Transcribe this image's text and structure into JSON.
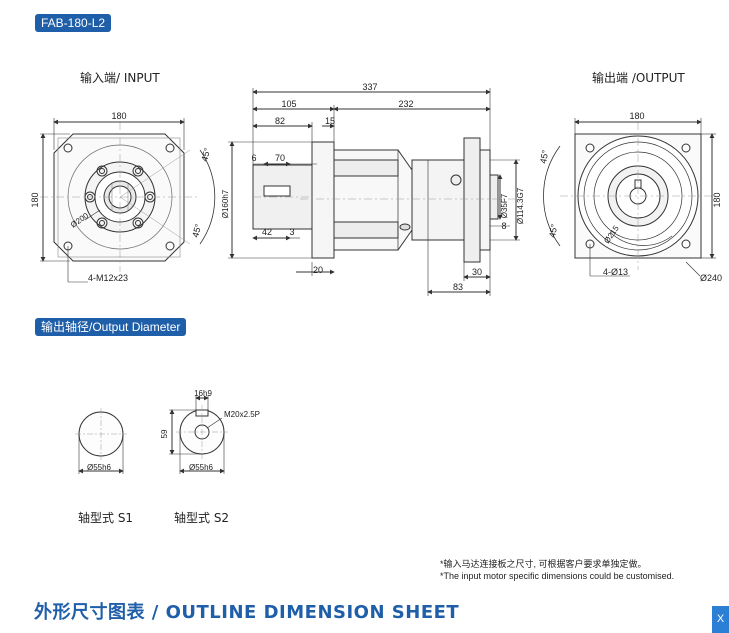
{
  "header": {
    "model": "FAB-180-L2"
  },
  "views": {
    "input_label": "输入端/ INPUT",
    "output_label": "输出端 /OUTPUT"
  },
  "dims": {
    "d180_top": "180",
    "d180_side": "180",
    "d45_a": "45°",
    "d45_b": "45°",
    "d200": "Ø200",
    "m12": "4-M12x23",
    "d337": "337",
    "d105": "105",
    "d232": "232",
    "d82": "82",
    "d15": "15",
    "d6": "6",
    "d70": "70",
    "d160": "Ø160h7",
    "d42": "42",
    "d3": "3",
    "d20": "20",
    "d35": "Ø35F7",
    "d1143": "Ø114.3G7",
    "d8": "8",
    "d30": "30",
    "d83": "83",
    "o180_top": "180",
    "o180_side": "180",
    "o45_a": "45°",
    "o45_b": "45°",
    "o215": "Ø215",
    "o413": "4-Ø13",
    "o240": "Ø240"
  },
  "section2": {
    "title": "输出轴径/Output Diameter"
  },
  "shaft": {
    "d16": "16h9",
    "m20": "M20x2.5P",
    "d59": "59",
    "d55a": "Ø55h6",
    "d55b": "Ø55h6",
    "s1": "轴型式  S1",
    "s2": "轴型式  S2"
  },
  "notes": {
    "cn": "*输入马达连接板之尺寸, 可根据客户要求单独定做。",
    "en": "*The input motor specific dimensions could be customised."
  },
  "footer": {
    "title": "外形尺寸图表 / OUTLINE DIMENSION SHEET",
    "corner": "X"
  }
}
